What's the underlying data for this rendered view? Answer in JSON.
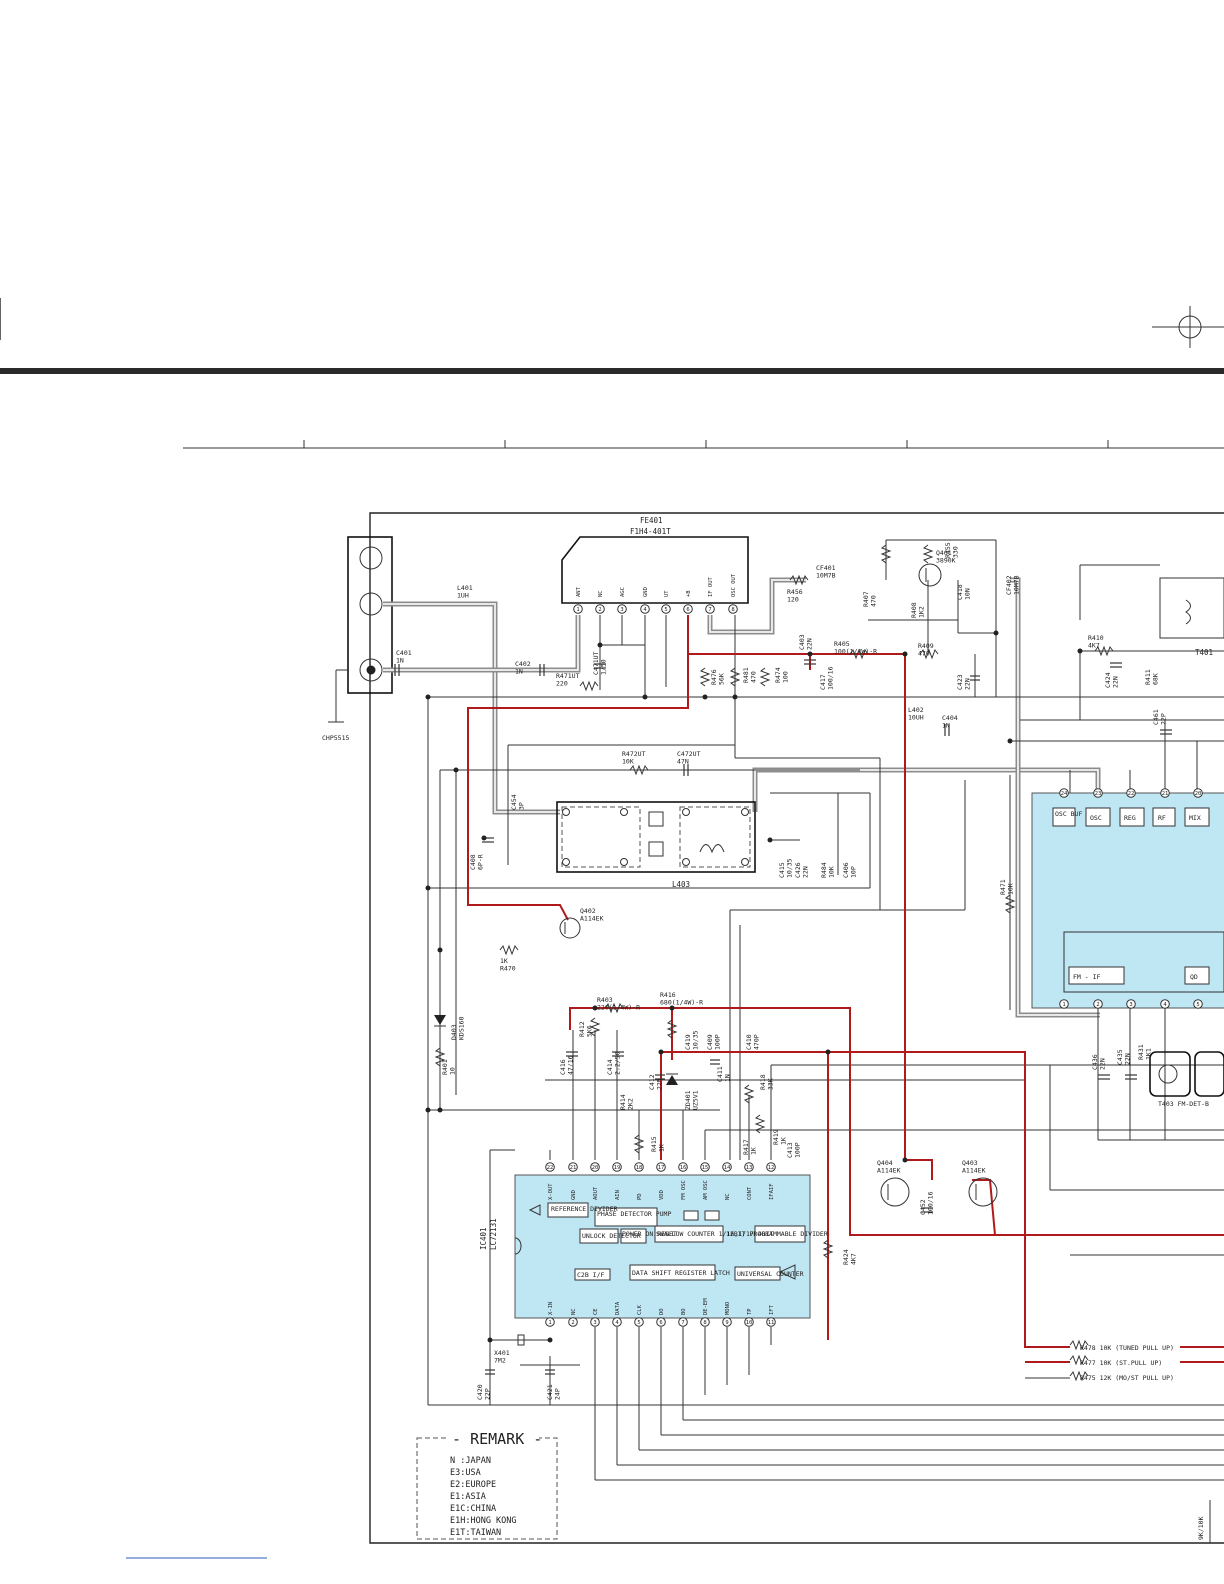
{
  "remark": {
    "title": "REMARK",
    "lines": [
      "N :JAPAN",
      "E3:USA",
      "E2:EUROPE",
      "E1:ASIA",
      "E1C:CHINA",
      "E1H:HONG KONG",
      "E1T:TAIWAN"
    ]
  },
  "frontend": {
    "ref": "FE401",
    "part": "F1H4-401T",
    "pins": [
      "ANT",
      "NC",
      "AGC",
      "GND",
      "UT",
      "+B",
      "IF OUT",
      "OSC OUT"
    ],
    "pin_numbers": [
      "1",
      "2",
      "3",
      "4",
      "5",
      "6",
      "7",
      "8"
    ]
  },
  "ic401": {
    "ref": "IC401",
    "part": "LC72131",
    "top_pins": [
      "22",
      "21",
      "20",
      "19",
      "18",
      "17",
      "16",
      "15",
      "14",
      "13",
      "12"
    ],
    "top_labels": [
      "X-OUT",
      "GND",
      "AOUT",
      "AIN",
      "PD",
      "VDD",
      "FM OSC",
      "AM OSC",
      "NC",
      "CONT",
      "IFAIF"
    ],
    "bottom_pins": [
      "1",
      "2",
      "3",
      "4",
      "5",
      "6",
      "7",
      "8",
      "9",
      "10",
      "11"
    ],
    "bottom_labels": [
      "X-IN",
      "NC",
      "CE",
      "DATA",
      "CLK",
      "DO",
      "BO",
      "DE-EM",
      "MONO",
      "TP",
      "IFT"
    ],
    "blocks": [
      "REFERENCE DIVIDER",
      "PHASE DETECTOR PUMP",
      "UNLOCK DETECTOR",
      "POWER ON RESET",
      "SWALLOW COUNTER 1/16,1/17 4BIT",
      "12BIT PROGRAMMABLE DIVIDER",
      "DATA SHIFT REGISTER LATCH",
      "C2B I/F",
      "UNIVERSAL COUNTER"
    ]
  },
  "fm_ic": {
    "top_pins": [
      "24",
      "23",
      "22",
      "21",
      "20"
    ],
    "blocks": [
      "OSC BUF",
      "OSC",
      "REG",
      "RF",
      "MIX",
      "FM - IF",
      "QD"
    ],
    "bottom_pins": [
      "1",
      "2",
      "3",
      "4",
      "5"
    ]
  },
  "transistors": {
    "q401": "Q401\n3890K",
    "q402": "Q402\nA114EK",
    "q403": "Q403\nA114EK",
    "q404": "Q404\nA114EK"
  },
  "components": {
    "l401": "L401\n1UH",
    "c401": "C401\n1N",
    "c402": "C402\n1N",
    "ch": "CHP5515",
    "r471": "R471UT\n220",
    "c471": "C471UT\n1/50",
    "r472": "R472UT\n10K",
    "c472": "C472UT\n47N",
    "c454": "C454\n3P",
    "c408": "C408\n6P-R",
    "l403": "L403",
    "r470": "1K\nR470",
    "d403": "D403\nKDS160",
    "r401": "R401\n10",
    "r456": "R456\n120",
    "cf401": "CF401\n10M7B",
    "r407": "R407\n470",
    "r408": "R408\n1K2",
    "r409": "R409\n470",
    "r405": "R405\n100(1/4W)-R",
    "c403": "C403\n22N",
    "c417": "C417\n100/16",
    "r455": "R455\n330",
    "c418": "C418\n10N",
    "cf402": "CF402\n10M7B",
    "c423": "C423\n22N",
    "r476": "R476\n56K",
    "r481": "R481\n470",
    "r474": "R474\n100",
    "r410": "R410\n4K7",
    "c424": "C424\n22N",
    "r411": "R411\n68K",
    "t401": "T401",
    "l402": "L402\n10UH",
    "c404": "C404\n1N",
    "c461": "C461\n22P",
    "c415": "C415\n10/35",
    "c426": "C426\n22N",
    "r484": "R484\n10K",
    "c406": "C406\n10P",
    "r471b": "R471\n10K",
    "r403": "R403\n220(1/4W)-R",
    "r416": "R416\n680(1/4W)-R",
    "r412": "R412\n5K6",
    "c416": "C416\n47/16",
    "c414": "C414\n2.2/50",
    "r414": "R414\n2K2",
    "c412": "C412\n22N",
    "c419": "C419\n10/35",
    "zd401": "ZD401\nUZ5V1",
    "c409": "C409\n100P",
    "c411": "C411\n1N",
    "c410": "C410\n470P",
    "r418": "R418\n33K",
    "r415": "R415\n1K",
    "r417": "R417\n1K",
    "r419": "R419\n1K",
    "c413": "C413\n100P",
    "c452": "C452\n100/16",
    "r424": "R424\n4K7",
    "x401": "X401\n7M2",
    "c420": "C420\n22P",
    "c421": "C421\n24P",
    "c436": "C436\n22N",
    "c435": "C435\n22N",
    "r431": "R431\n1K1",
    "t403": "T403\nFM-DET-B",
    "r478": "R478 10K (TUNED PULL UP)",
    "r477": "R477 10K (ST.PULL UP)",
    "r475": "R475 12K (MO/ST PULL UP)",
    "rsw": "9K/10K"
  }
}
